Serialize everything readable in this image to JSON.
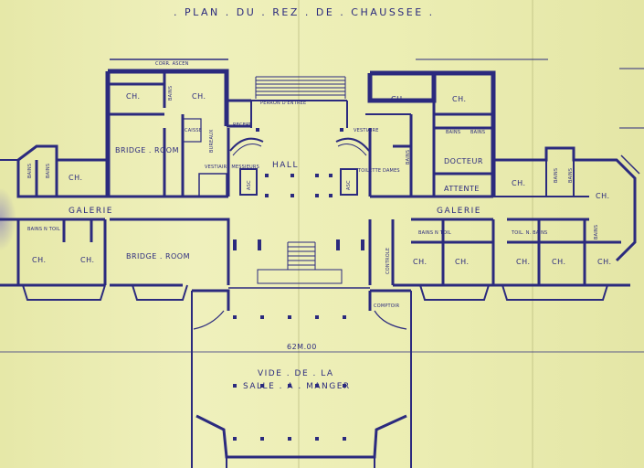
{
  "title": ". PLAN . DU . REZ . DE . CHAUSSEE .",
  "colors": {
    "ink": "#2b2a7e",
    "paper": "#ecedb4"
  },
  "labels": {
    "perron": "PERRON D'ENTREE",
    "hall": "HALL",
    "galerie": "GALERIE",
    "bridge_room": "BRIDGE . ROOM",
    "vide_1": "VIDE . DE . LA",
    "vide_2": "SALLE . A . MANGER",
    "dimension": "62m.00",
    "ch": "CH.",
    "bains": "BAINS",
    "toil": "TOIL",
    "recept": "RECEPT",
    "caisse": "CAISSE",
    "docteur": "DOCTEUR",
    "attente": "ATTENTE",
    "toilette_dames": "TOILETTE DAMES",
    "asc": "ASC",
    "controle": "CONTROLE",
    "comptoir": "COMPTOIR",
    "bains_n_toil": "BAINS N TOIL",
    "toil_n_bains": "TOIL. N. BAINS",
    "corr_ascen": "CORR. ASCEN",
    "bureaux": "BUREAUX",
    "vestiaire": "VESTIAIRE",
    "vestiaire_messieurs": "VESTIAIRE MESSIEURS"
  }
}
